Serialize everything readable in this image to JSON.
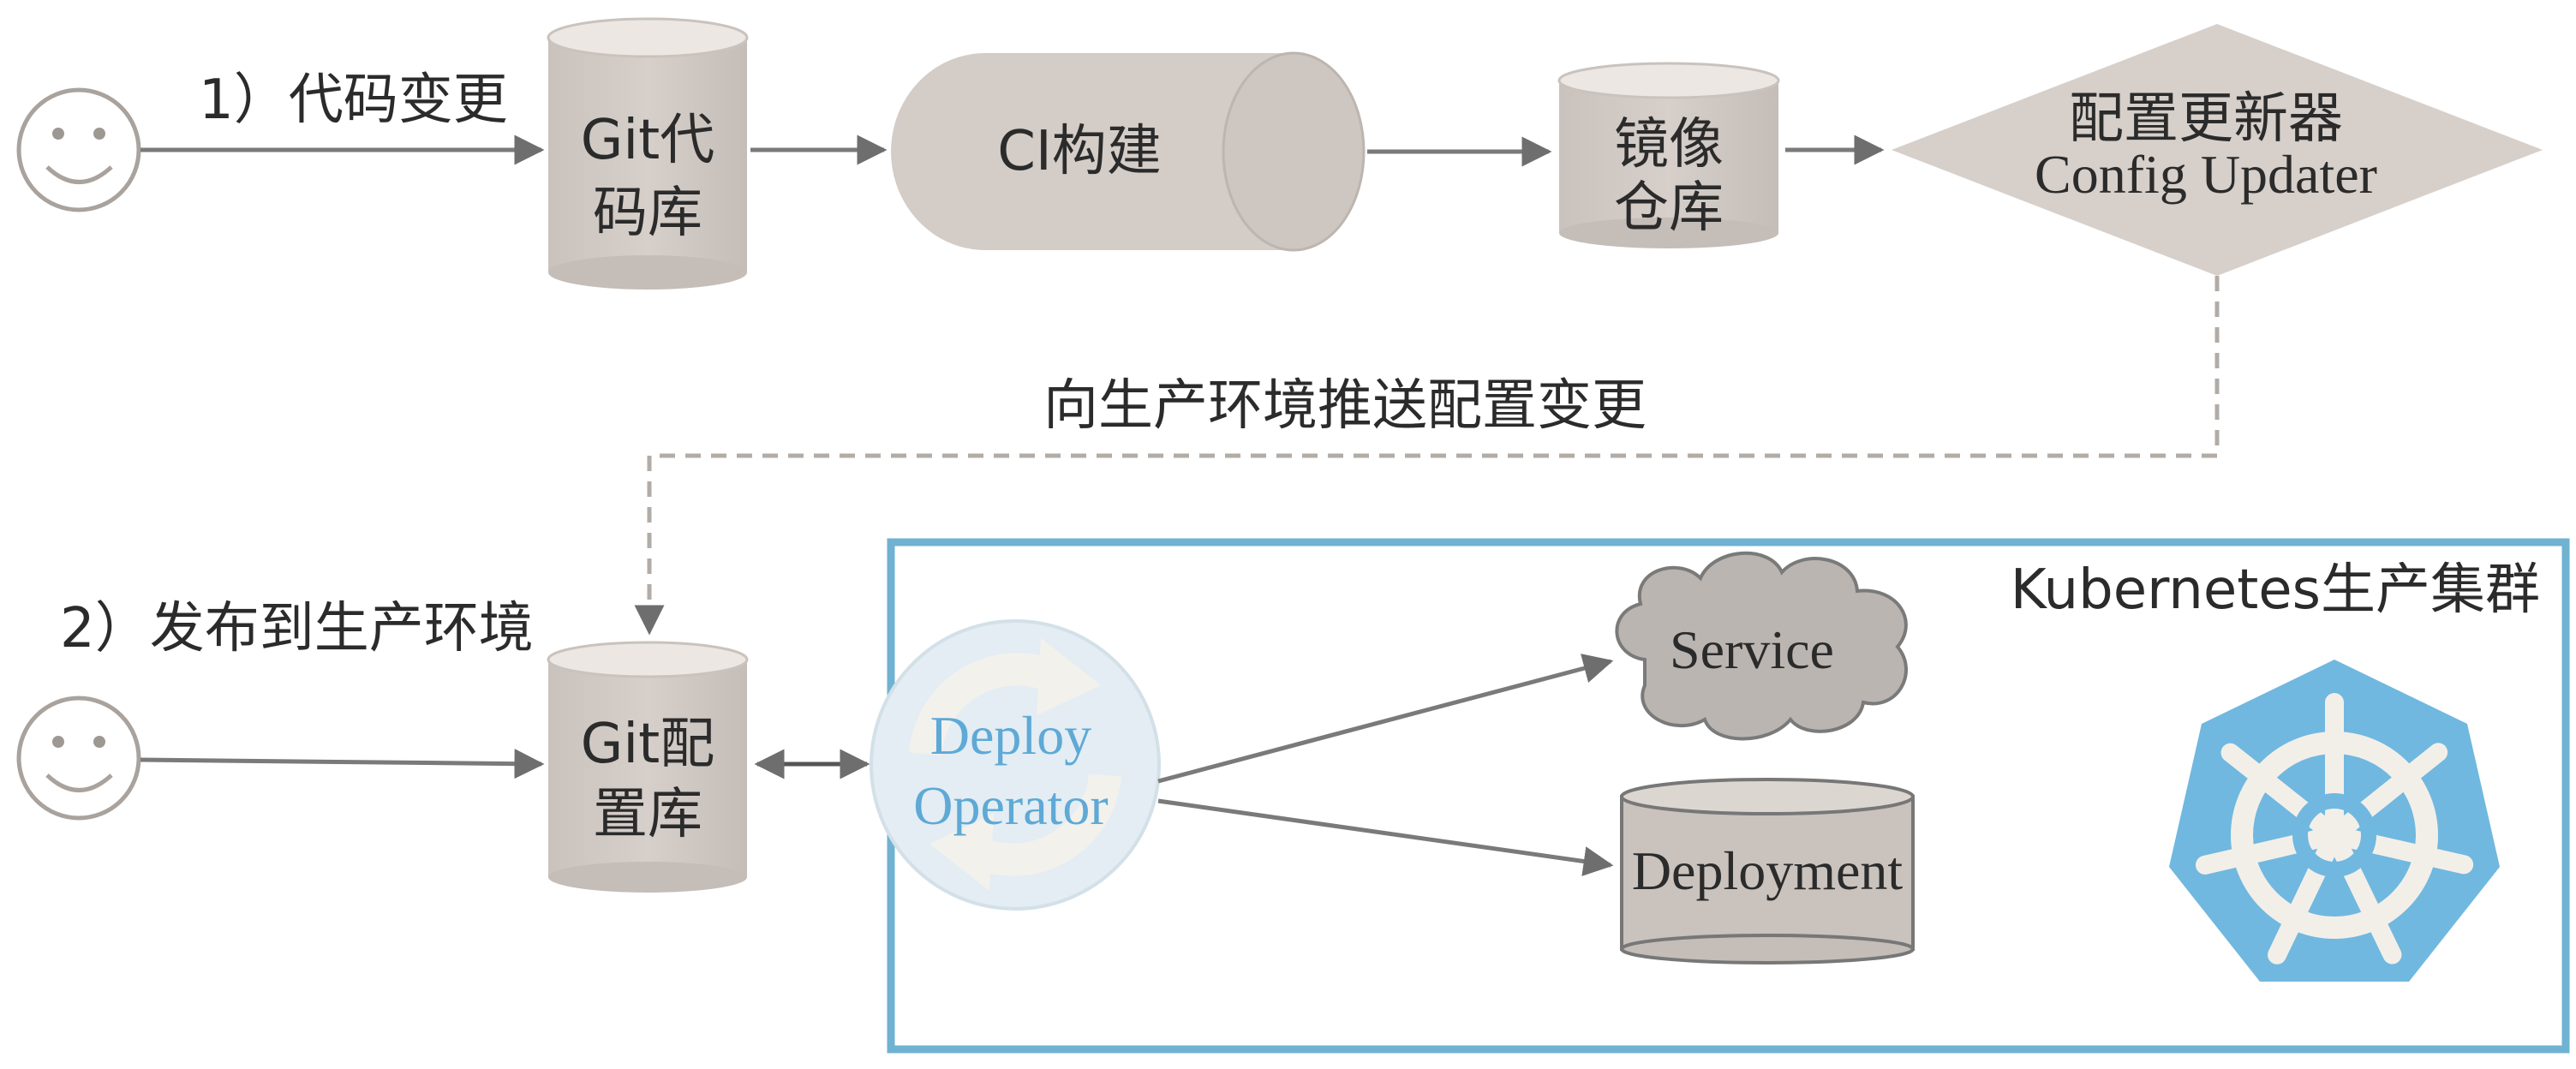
{
  "colors": {
    "line": "#7a7a7a",
    "node_fill": "#cfc8c3",
    "node_top": "#e9e4e0",
    "node_stroke": "#b7b0ab",
    "cluster_border": "#6fb2d1",
    "k8s_blue": "#70b8df",
    "operator_fill": "#e3edf3",
    "operator_text": "#5ea9d6",
    "cloud_fill": "#bab5b1",
    "cloud_stroke": "#7a7a7a",
    "text": "#2b2b2b"
  },
  "steps": {
    "step1": "1）代码变更",
    "step2": "2）发布到生产环境"
  },
  "nodes": {
    "git_code_repo": {
      "line1": "Git代",
      "line2": "码库"
    },
    "ci_build": {
      "label": "CI构建"
    },
    "image_repo": {
      "line1": "镜像",
      "line2": "仓库"
    },
    "config_updater": {
      "line1": "配置更新器",
      "line2": "Config Updater"
    },
    "git_config_repo": {
      "line1": "Git配",
      "line2": "置库"
    },
    "deploy_operator": {
      "line1": "Deploy",
      "line2": "Operator"
    },
    "service": {
      "label": "Service"
    },
    "deployment": {
      "label": "Deployment"
    }
  },
  "edges": {
    "push_config_label": "向生产环境推送配置变更"
  },
  "cluster": {
    "label": "Kubernetes生产集群",
    "logo_icon": "kubernetes-helm-icon"
  },
  "icons": {
    "user1": "smiley-face-icon",
    "user2": "smiley-face-icon",
    "operator_cycle": "refresh-cycle-icon"
  }
}
